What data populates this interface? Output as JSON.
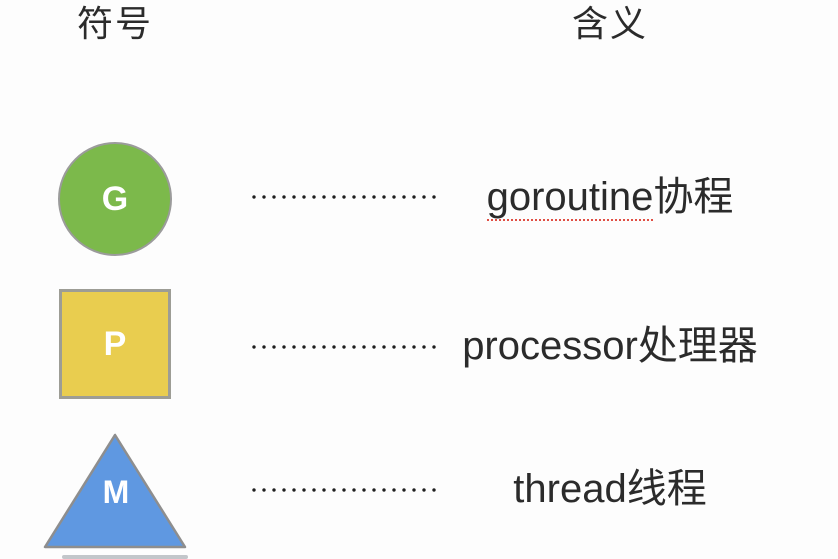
{
  "headers": {
    "symbol": "符号",
    "meaning": "含义"
  },
  "rows": [
    {
      "shape": "circle",
      "letter": "G",
      "fill": "#7cb94b",
      "border": "#9b9b9b",
      "term_latin": "goroutine",
      "term_cn": "协程",
      "spellcheck_underline": true
    },
    {
      "shape": "square",
      "letter": "P",
      "fill": "#e9cd4f",
      "border": "#9d9d95",
      "term_latin": "processor",
      "term_cn": "处理器",
      "spellcheck_underline": false
    },
    {
      "shape": "triangle",
      "letter": "M",
      "fill": "#5f98e1",
      "border": "#8e8e8e",
      "term_latin": "thread",
      "term_cn": "线程",
      "spellcheck_underline": false
    }
  ],
  "colors": {
    "background": "#fdfdfd",
    "text": "#2b2b2b",
    "dots": "#1f1f1f",
    "spellcheck_red": "#e04f44",
    "shape_letter": "#ffffff"
  }
}
